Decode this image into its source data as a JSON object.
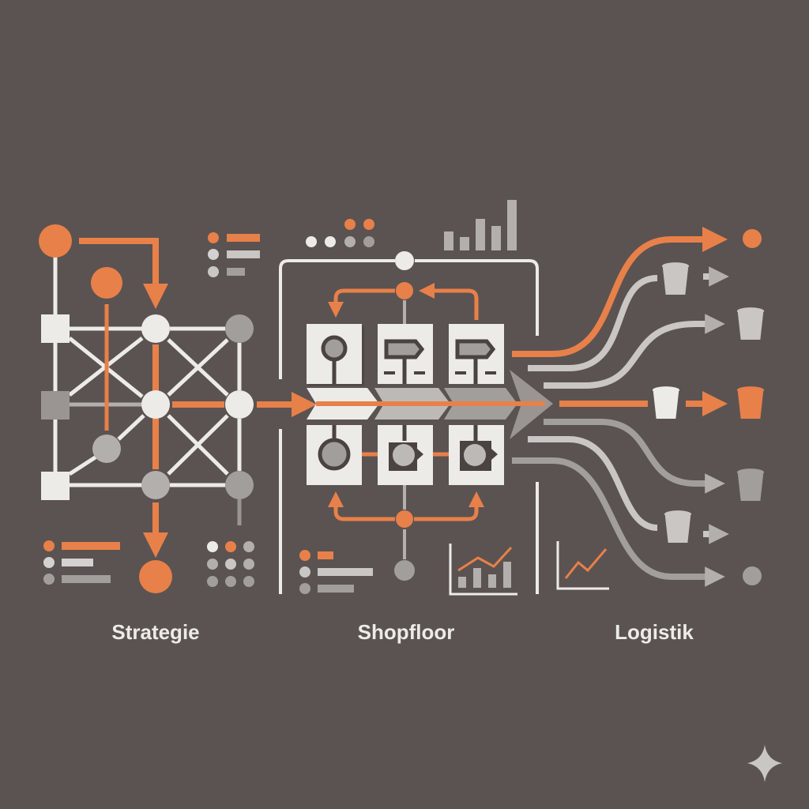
{
  "sections": [
    {
      "label": "Strategie"
    },
    {
      "label": "Shopfloor"
    },
    {
      "label": "Logistik"
    }
  ],
  "colors": {
    "background": "#5b5351",
    "accent": "#e8804a",
    "light": "#ecebe8",
    "mid": "#b3afad",
    "dark_gray": "#9a9593"
  }
}
